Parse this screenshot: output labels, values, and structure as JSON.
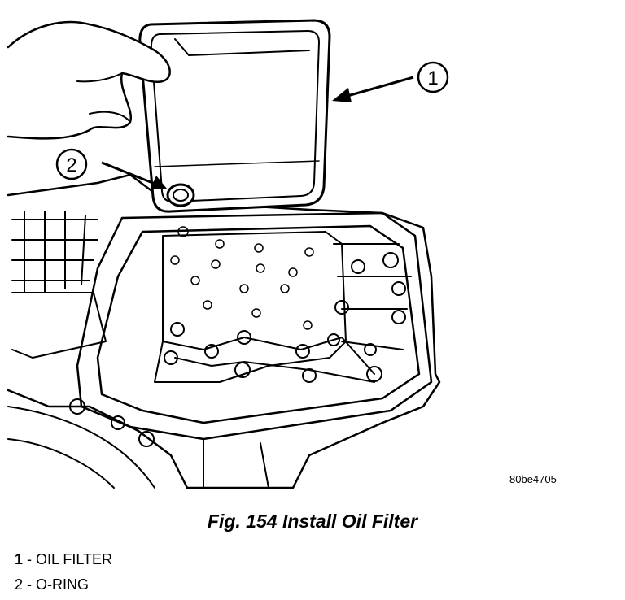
{
  "figure": {
    "image_code": "80be4705",
    "caption": "Fig. 154 Install Oil Filter",
    "callouts": [
      {
        "number": "1"
      },
      {
        "number": "2"
      }
    ],
    "legend": [
      {
        "number": "1",
        "separator": " - ",
        "label": "OIL FILTER"
      },
      {
        "number": "2",
        "separator": " - ",
        "label": "O-RING"
      }
    ]
  }
}
